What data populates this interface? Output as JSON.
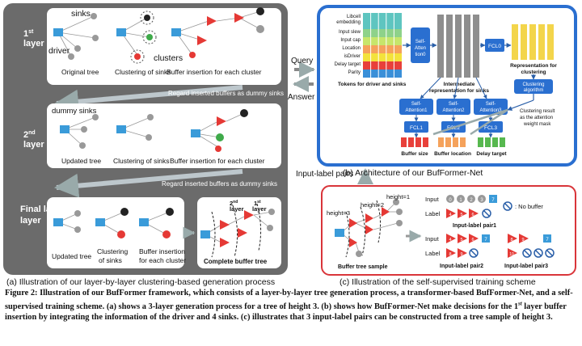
{
  "panel_a": {
    "layer1_label": "1st layer",
    "layer2_label": "2nd layer",
    "final_label": "Final layer",
    "sinks_label": "sinks",
    "driver_label": "driver",
    "clusters_label": "clusters",
    "original_tree": "Original tree",
    "clustering_of_sinks": "Clustering of sinks",
    "buffer_insertion": "Buffer insertion for each cluster",
    "regard_dummy_1": "Regard inserted buffers as dummy sinks",
    "dummy_sinks": "dummy sinks",
    "updated_tree": "Updated tree",
    "regard_dummy_2": "Regard inserted buffers as dummy sinks",
    "final_updated_tree": "Updated tree",
    "final_clustering_l1": "Clustering",
    "final_clustering_l2": "of sinks",
    "final_buffer_l1": "Buffer insertion",
    "final_buffer_l2": "for each cluster",
    "complete_buffer_tree": "Complete buffer tree",
    "layer_2nd_inset": "2nd layer",
    "layer_1st_inset": "1st layer",
    "caption": "(a) Illustration of our layer-by-layer clustering-based generation process"
  },
  "arrows": {
    "query": "Query",
    "answer": "Answer",
    "input_label_pairs": "Input-label pairs"
  },
  "panel_b": {
    "features": [
      "Libcell embedding",
      "Input slew",
      "Input cap",
      "Location",
      "isDriver",
      "Delay target",
      "Parity"
    ],
    "tokens_label": "Tokens for driver and sinks",
    "self_attention0": "Self-Attention0",
    "intermediate_label_l1": "Intermediate",
    "intermediate_label_l2": "representation for sinks",
    "fcl0": "FCL0",
    "representation_label_l1": "Representation for",
    "representation_label_l2": "clustering",
    "clustering_algorithm": "Clustering algorithm",
    "self_attention1": "Self-Attention1",
    "self_attention2": "Self-Attention2",
    "self_attention3": "Self-Attention3",
    "fcl1": "FCL1",
    "fcl2": "FCL2",
    "fcl3": "FCL3",
    "buffer_size": "Buffer size",
    "buffer_location": "Buffer location",
    "delay_target": "Delay target",
    "clustering_result_l1": "Clustering result",
    "clustering_result_l2": "as the attention",
    "clustering_result_l3": "weight mask",
    "caption": "(b) Architecture of our BufFormer-Net",
    "colors": {
      "teal": "#5ec5c0",
      "orange": "#f5a25b",
      "yellow": "#f3e23b",
      "red": "#e8403a",
      "green": "#57b84f",
      "blue": "#3a8fd8",
      "grey": "#8e8e8e"
    }
  },
  "panel_c": {
    "height3": "height=3",
    "height2": "height=2",
    "height1": "height=1",
    "input": "Input",
    "label": "Label",
    "no_buffer": ": No buffer",
    "pair1": "Input-label pair1",
    "pair2": "Input-label pair2",
    "pair3": "Input-label pair3",
    "sample": "Buffer tree sample",
    "pair1_inputs": [
      "0",
      "1",
      "2",
      "3",
      "7"
    ],
    "pair1_labels": [
      "4",
      "5",
      "6"
    ],
    "pair2_inputs": [
      "4",
      "5",
      "6",
      "7"
    ],
    "pair2_labels": [
      "8",
      "9"
    ],
    "pair3_inputs": [
      "8",
      "9",
      "7"
    ],
    "pair3_labels": [
      "10"
    ],
    "caption": "(c) Illustration of the self-supervised training scheme"
  },
  "figure_caption": {
    "lead": "Figure 2: Illustration of our BufFormer framework, which consists of a layer-by-layer tree generation process, a transformer-based BufFormer-Net, and a self-supervised training scheme. (a) shows a 3-layer generation process for a tree of height 3. (b) shows how BufFormer-Net make decisions for the 1",
    "sup": "st",
    "tail": " layer buffer insertion by integrating the information of the driver and 4 sinks. (c) illustrates that 3 input-label pairs can be constructed from a tree sample of height 3."
  }
}
